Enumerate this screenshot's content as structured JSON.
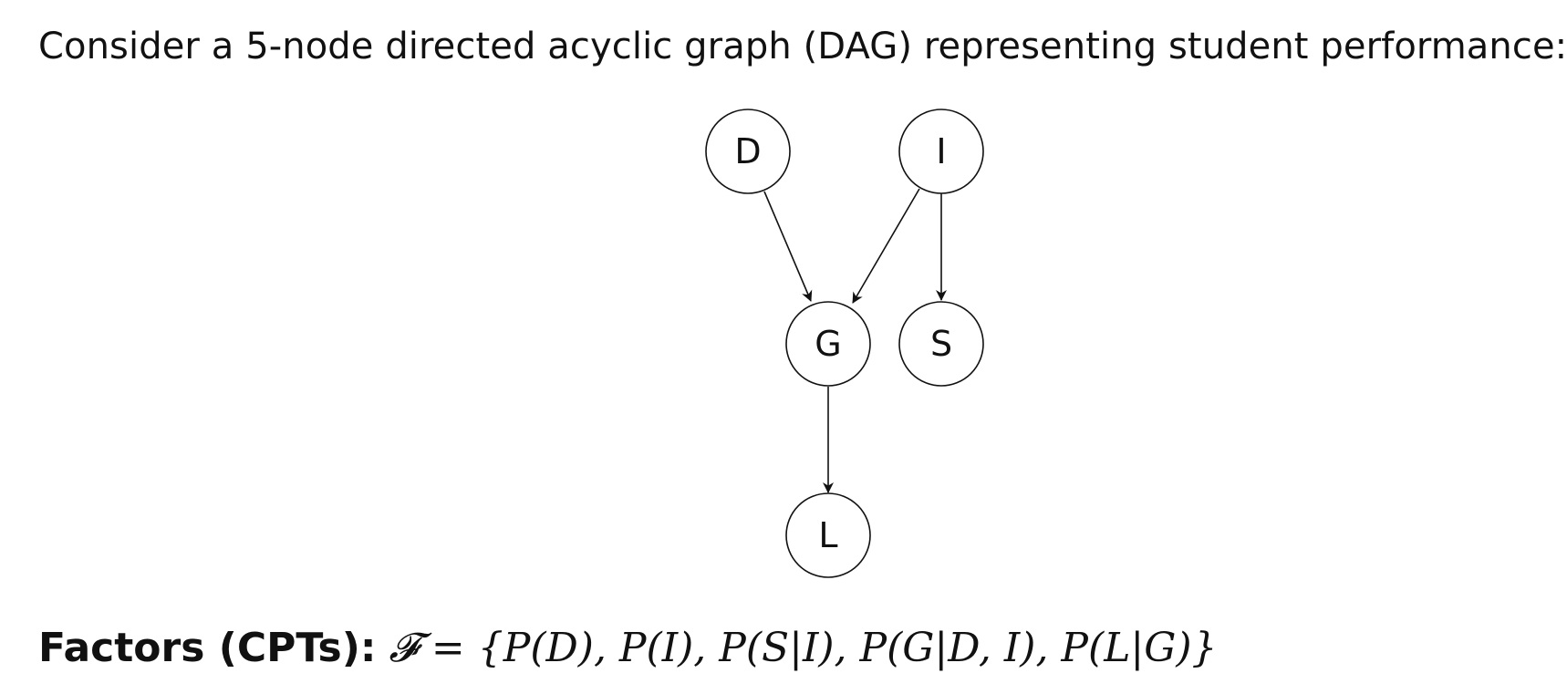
{
  "intro_text": "Consider a 5-node directed acyclic graph (DAG) representing student performance:",
  "graph": {
    "nodes": [
      {
        "id": "D",
        "label": "D"
      },
      {
        "id": "I",
        "label": "I"
      },
      {
        "id": "G",
        "label": "G"
      },
      {
        "id": "S",
        "label": "S"
      },
      {
        "id": "L",
        "label": "L"
      }
    ],
    "edges": [
      {
        "from": "D",
        "to": "G"
      },
      {
        "from": "I",
        "to": "G"
      },
      {
        "from": "I",
        "to": "S"
      },
      {
        "from": "G",
        "to": "L"
      }
    ]
  },
  "factors": {
    "label": "Factors (CPTs):",
    "formula": "𝓕 = {P(D), P(I), P(S|I), P(G|D, I), P(L|G)}"
  }
}
